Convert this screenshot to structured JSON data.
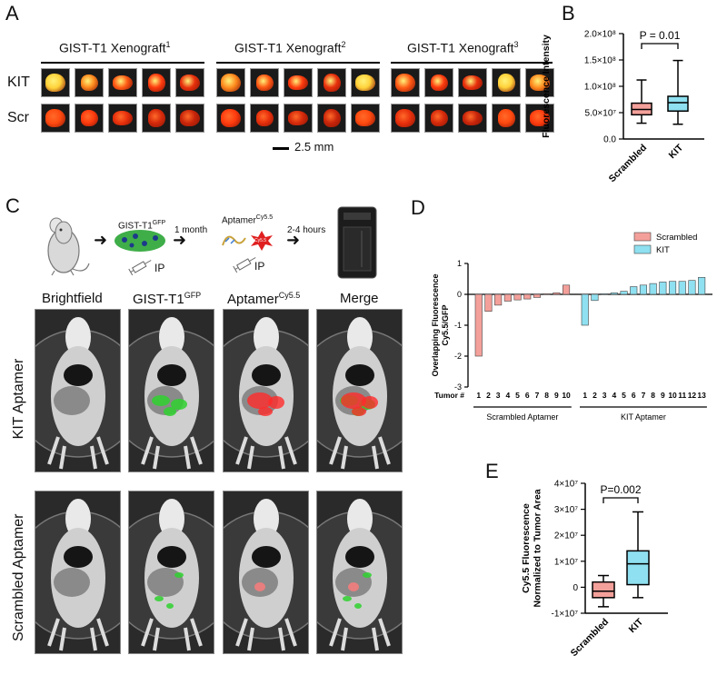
{
  "panels": {
    "A": "A",
    "B": "B",
    "C": "C",
    "D": "D",
    "E": "E"
  },
  "panelA": {
    "xenografts": [
      {
        "title": "GIST-T1 Xenograft",
        "sup": "1"
      },
      {
        "title": "GIST-T1 Xenograft",
        "sup": "2"
      },
      {
        "title": "GIST-T1 Xenograft",
        "sup": "3"
      }
    ],
    "rows": [
      "KIT",
      "Scr"
    ],
    "scalebar": "2.5 mm"
  },
  "panelC": {
    "cell_label": "GIST-T1",
    "cell_sup": "GFP",
    "aptamer_label": "Aptamer",
    "aptamer_sup": "Cy5.5",
    "arrow_text_1": "1 month",
    "arrow_text_2": "2-4 hours",
    "ip": "IP",
    "cy55_chip": "Cy5.5",
    "columns": [
      {
        "text": "Brightfield",
        "sup": ""
      },
      {
        "text": "GIST-T1",
        "sup": "GFP"
      },
      {
        "text": "Aptamer",
        "sup": "Cy5.5"
      },
      {
        "text": "Merge",
        "sup": ""
      }
    ],
    "rows": [
      "KIT Aptamer",
      "Scrambled Aptamer"
    ]
  },
  "chart_data": [
    {
      "id": "B",
      "type": "box",
      "categories": [
        "Scrambled",
        "KIT"
      ],
      "ylabel": "Fluorescence Intensity",
      "ylim": [
        0,
        200000000.0
      ],
      "yticks": [
        "0.0",
        "5.0×10⁷",
        "1.0×10⁸",
        "1.5×10⁸",
        "2.0×10⁸"
      ],
      "annotation": "P = 0.01",
      "boxes": [
        {
          "name": "Scrambled",
          "min": 30000000.0,
          "q1": 46000000.0,
          "median": 56000000.0,
          "q3": 68000000.0,
          "max": 112000000.0,
          "color": "#f4a09a"
        },
        {
          "name": "KIT",
          "min": 28000000.0,
          "q1": 53000000.0,
          "median": 69000000.0,
          "q3": 81000000.0,
          "max": 149000000.0,
          "color": "#8fe0f0"
        }
      ]
    },
    {
      "id": "D",
      "type": "bar",
      "ylabel": "Overlapping Fluorescence Cy5.5/GFP",
      "ylim": [
        -3,
        1
      ],
      "yticks": [
        "-3",
        "-2",
        "-1",
        "0",
        "1"
      ],
      "x_prefix": "Tumor #",
      "series": [
        {
          "name": "Scrambled",
          "color": "#f4a09a",
          "group_label": "Scrambled Aptamer",
          "categories": [
            "1",
            "2",
            "3",
            "4",
            "5",
            "6",
            "7",
            "8",
            "9",
            "10"
          ],
          "values": [
            -2.0,
            -0.55,
            -0.35,
            -0.22,
            -0.18,
            -0.15,
            -0.1,
            0.02,
            0.05,
            0.3
          ]
        },
        {
          "name": "KIT",
          "color": "#8fe0f0",
          "group_label": "KIT Aptamer",
          "categories": [
            "1",
            "2",
            "3",
            "4",
            "5",
            "6",
            "7",
            "8",
            "9",
            "10",
            "11",
            "12",
            "13"
          ],
          "values": [
            -1.0,
            -0.2,
            0.02,
            0.05,
            0.1,
            0.25,
            0.3,
            0.35,
            0.4,
            0.42,
            0.42,
            0.45,
            0.55
          ]
        }
      ]
    },
    {
      "id": "E",
      "type": "box",
      "categories": [
        "Scrambled",
        "KIT"
      ],
      "ylabel": "Cy5.5 Fluorescence Normalized to Tumor Area",
      "ylim": [
        -10000000.0,
        40000000.0
      ],
      "yticks": [
        "-1×10⁷",
        "0",
        "1×10⁷",
        "2×10⁷",
        "3×10⁷",
        "4×10⁷"
      ],
      "annotation": "P=0.002",
      "boxes": [
        {
          "name": "Scrambled",
          "min": -7500000.0,
          "q1": -4000000.0,
          "median": -1500000.0,
          "q3": 2000000.0,
          "max": 4500000.0,
          "color": "#f4a09a"
        },
        {
          "name": "KIT",
          "min": -4000000.0,
          "q1": 1000000.0,
          "median": 9000000.0,
          "q3": 14000000.0,
          "max": 29000000.0,
          "color": "#8fe0f0"
        }
      ]
    }
  ]
}
